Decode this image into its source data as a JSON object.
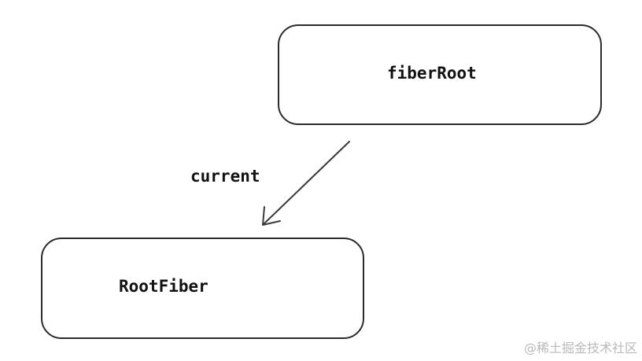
{
  "diagram": {
    "nodes": [
      {
        "id": "fiberRoot",
        "label": "fiberRoot"
      },
      {
        "id": "RootFiber",
        "label": "RootFiber"
      }
    ],
    "edges": [
      {
        "from": "fiberRoot",
        "to": "RootFiber",
        "label": "current"
      }
    ]
  },
  "watermark": "@稀土掘金技术社区",
  "colors": {
    "stroke": "#2b2b2b",
    "text": "#111111",
    "watermark": "#b9b9b9",
    "background": "#ffffff"
  }
}
